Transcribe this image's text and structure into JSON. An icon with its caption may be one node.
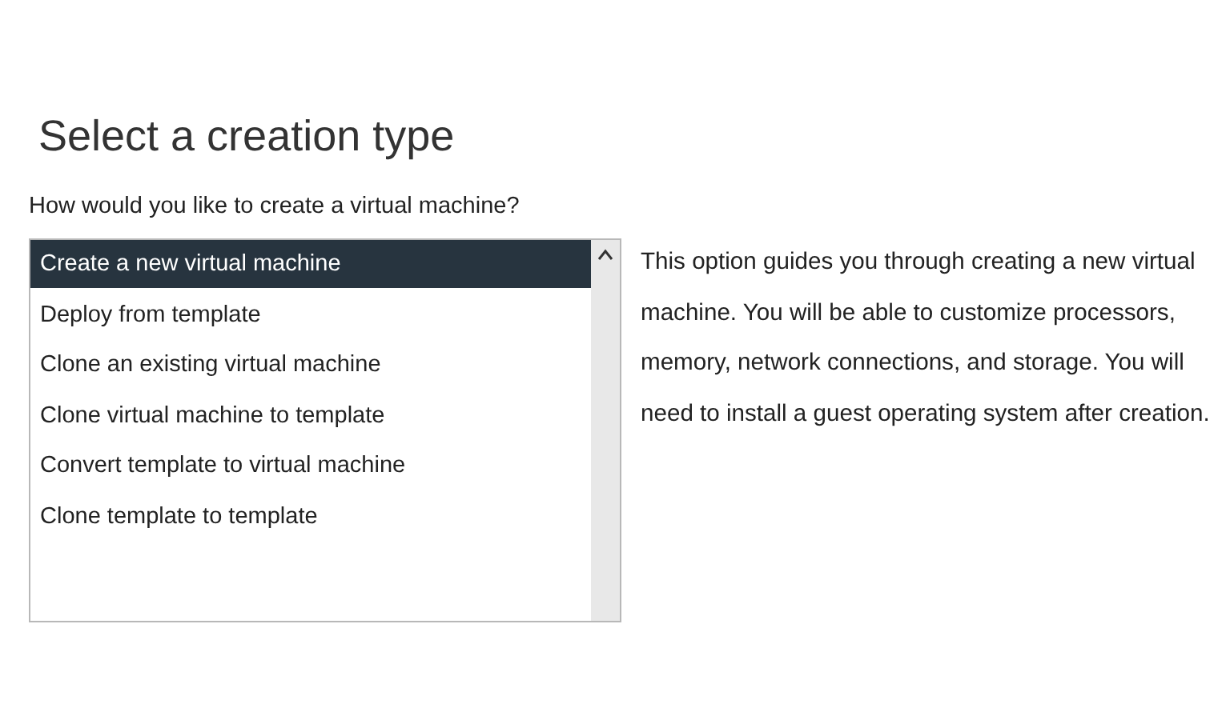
{
  "diagram": {
    "title": "Select a creation type",
    "labels": [
      "How would you like to create a virtual machine?",
      "Create a new virtual machine",
      "Deploy from template",
      "Clone an existing virtual machine",
      "Clone virtual machine to template",
      "Convert template to virtual machine",
      "Clone template to template",
      "This option guides you through creating a new virtual machine. You will be able to customize processors, memory, network connections, and storage. You will need to install a guest operating system after creation."
    ]
  }
}
